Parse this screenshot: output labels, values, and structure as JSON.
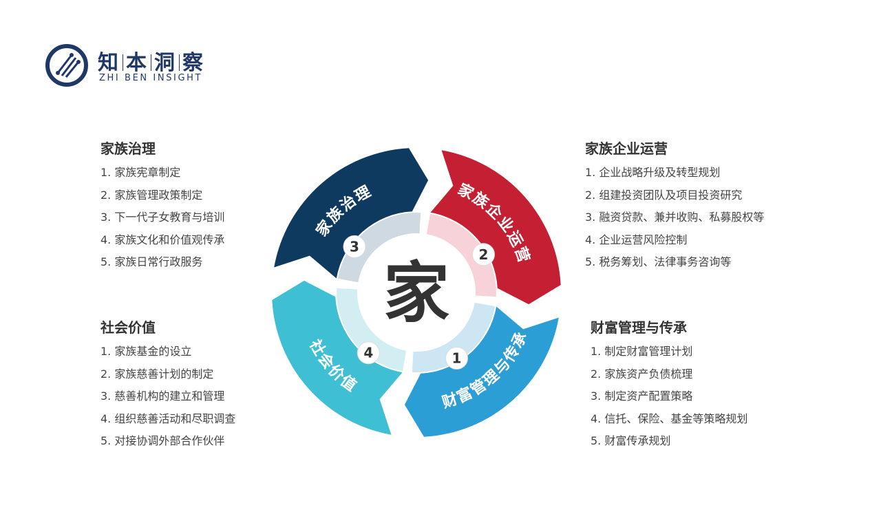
{
  "logo": {
    "cn": [
      "知",
      "本",
      "洞",
      "察"
    ],
    "en": "ZHI BEN INSIGHT"
  },
  "center": "家",
  "segments": [
    {
      "num": "3",
      "label": "家族治理",
      "color": "#0f3a5f",
      "inner": "#cfd9e2"
    },
    {
      "num": "2",
      "label": "家族企业运营",
      "color": "#c41f33",
      "inner": "#f7d2d8"
    },
    {
      "num": "1",
      "label": "财富管理与传承",
      "color": "#2b9ed6",
      "inner": "#cce6f4"
    },
    {
      "num": "4",
      "label": "社会价值",
      "color": "#3fbfd3",
      "inner": "#d2eef3"
    }
  ],
  "blocks": [
    {
      "title": "家族治理",
      "items": [
        "1. 家族宪章制定",
        "2. 家族管理政策制定",
        "3. 下一代子女教育与培训",
        "4. 家族文化和价值观传承",
        "5. 家族日常行政服务"
      ]
    },
    {
      "title": "家族企业运营",
      "items": [
        "1. 企业战略升级及转型规划",
        "2. 组建投资团队及项目投资研究",
        "3. 融资贷款、兼并收购、私募股权等",
        "4. 企业运营风险控制",
        "5. 税务筹划、法律事务咨询等"
      ]
    },
    {
      "title": "社会价值",
      "items": [
        "1. 家族基金的设立",
        "2. 家族慈善计划的制定",
        "3. 慈善机构的建立和管理",
        "4. 组织慈善活动和尽职调查",
        "5. 对接协调外部合作伙伴"
      ]
    },
    {
      "title": "财富管理与传承",
      "items": [
        "1. 制定财富管理计划",
        "2. 家族资产负债梳理",
        "3. 制定资产配置策略",
        "4. 信托、保险、基金等策略规划",
        "5. 财富传承规划"
      ]
    }
  ]
}
